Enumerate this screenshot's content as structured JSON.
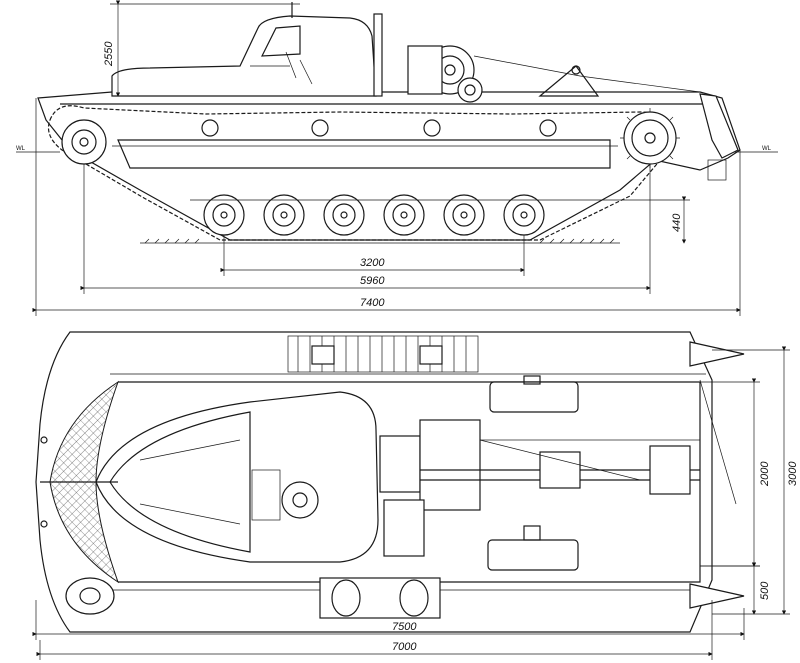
{
  "dimensions": {
    "side_height": "2550",
    "clearance": "440",
    "wheelbase": "3200",
    "track_length": "5960",
    "side_overall_length": "7400",
    "plan_track_gauge": "2000",
    "plan_width": "3000",
    "plan_track_width": "500",
    "plan_overall_length": "7500",
    "plan_hull_length": "7000"
  },
  "waterline_marks": {
    "left": "WL",
    "right": "WL"
  }
}
